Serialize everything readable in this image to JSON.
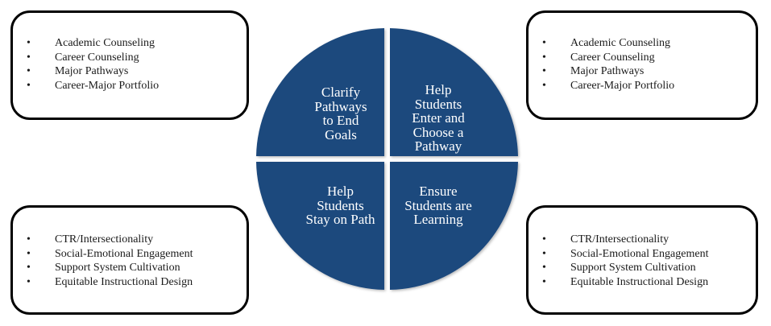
{
  "colors": {
    "quadrant_fill": "#1F497D",
    "quadrant_text": "#FFFFFF",
    "box_border": "#000000"
  },
  "center_diagram": {
    "quadrants": [
      {
        "position": "top-left",
        "label": "Clarify\nPathways\nto End\nGoals"
      },
      {
        "position": "top-right",
        "label": "Help\nStudents\nEnter and\nChoose a\nPathway"
      },
      {
        "position": "bottom-left",
        "label": "Help\nStudents\nStay on Path"
      },
      {
        "position": "bottom-right",
        "label": "Ensure\nStudents are\nLearning"
      }
    ]
  },
  "boxes": {
    "top_left": {
      "bullet": "•",
      "items": [
        "Academic Counseling",
        "Career Counseling",
        "Major Pathways",
        "Career-Major Portfolio"
      ]
    },
    "top_right": {
      "bullet": "•",
      "items": [
        "Academic Counseling",
        "Career Counseling",
        "Major Pathways",
        "Career-Major Portfolio"
      ]
    },
    "bottom_left": {
      "bullet": "•",
      "items": [
        "CTR/Intersectionality",
        "Social-Emotional Engagement",
        "Support System Cultivation",
        "Equitable Instructional Design"
      ]
    },
    "bottom_right": {
      "bullet": "•",
      "items": [
        "CTR/Intersectionality",
        "Social-Emotional Engagement",
        "Support System Cultivation",
        "Equitable Instructional Design"
      ]
    }
  }
}
